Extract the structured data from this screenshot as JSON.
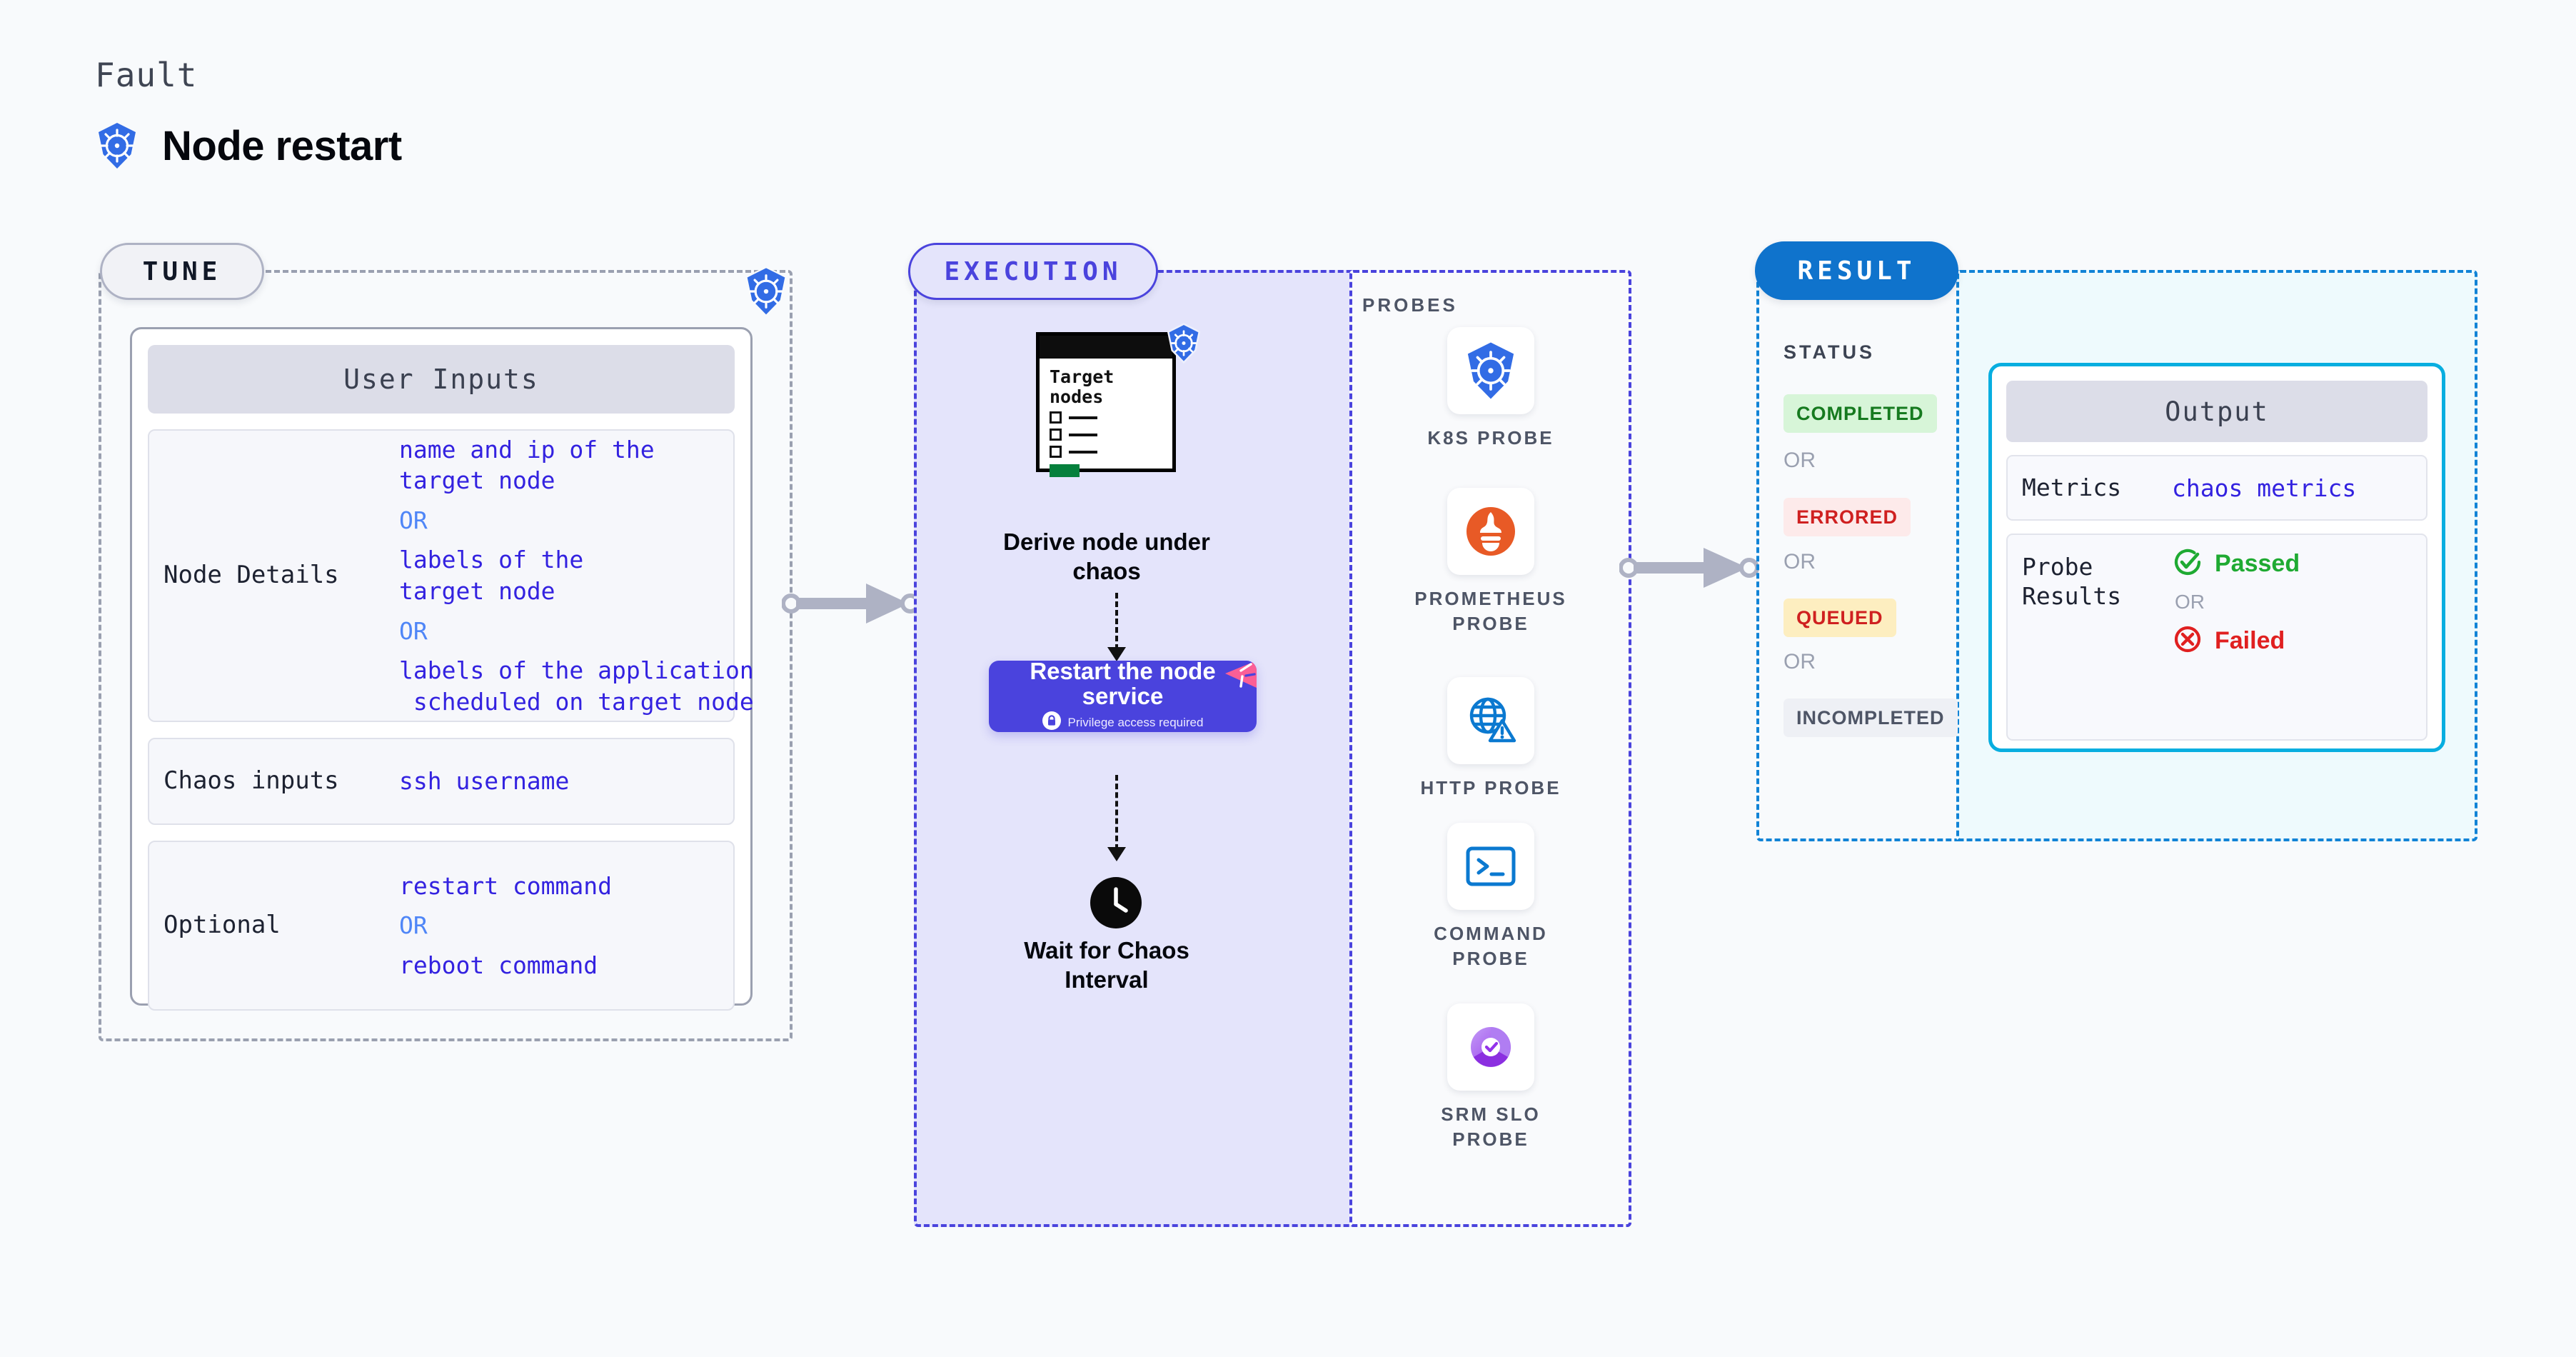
{
  "header": {
    "eyebrow": "Fault",
    "title": "Node restart",
    "icon": "kubernetes-logo"
  },
  "sections": {
    "tune": {
      "pill_label": "TUNE",
      "corner_icon": "kubernetes-logo",
      "card": {
        "heading": "User Inputs",
        "rows": [
          {
            "key": "Node Details",
            "values": [
              "name and ip of the",
              "target node"
            ],
            "or1": "OR",
            "values2": [
              "labels of the",
              "target node"
            ],
            "or2": "OR",
            "values3": [
              "labels of the application",
              " scheduled on target node"
            ]
          },
          {
            "key": "Chaos inputs",
            "value": "ssh username"
          },
          {
            "key": "Optional",
            "value1": "restart command",
            "or": "OR",
            "value2": "reboot command"
          }
        ]
      }
    },
    "execution": {
      "pill_label": "EXECUTION",
      "doc": {
        "title_line1": "Target",
        "title_line2": "nodes",
        "corner_icon": "kubernetes-logo"
      },
      "step1_caption": "Derive node under chaos",
      "step2": {
        "title": "Restart the node service",
        "privilege_note": "Privilege access required",
        "lock_icon": "lock-icon",
        "ribbon_icon": "chaos-ribbon-icon"
      },
      "step3_caption": "Wait for Chaos Interval",
      "clock_icon": "clock-icon"
    },
    "probes": {
      "title": "PROBES",
      "items": [
        {
          "label": "K8S PROBE",
          "icon": "kubernetes-probe-icon"
        },
        {
          "label": "PROMETHEUS PROBE",
          "icon": "prometheus-probe-icon"
        },
        {
          "label": "HTTP PROBE",
          "icon": "http-probe-icon"
        },
        {
          "label": "COMMAND PROBE",
          "icon": "command-probe-icon"
        },
        {
          "label": "SRM SLO PROBE",
          "icon": "srm-slo-probe-icon"
        }
      ]
    },
    "result": {
      "pill_label": "RESULT",
      "status_title": "STATUS",
      "statuses": [
        {
          "label": "COMPLETED",
          "bg": "#d7f5d8",
          "fg": "#167a1f"
        },
        {
          "label": "ERRORED",
          "bg": "#fdeaea",
          "fg": "#cf2020"
        },
        {
          "label": "QUEUED",
          "bg": "#fdeec0",
          "fg": "#cf2020"
        },
        {
          "label": "INCOMPLETED",
          "bg": "#eef0f5",
          "fg": "#4e5566"
        }
      ],
      "separator": "OR",
      "output": {
        "heading": "Output",
        "metrics_key": "Metrics",
        "metrics_value": "chaos metrics",
        "probe_key": "Probe Results",
        "probe_pass": "Passed",
        "probe_fail": "Failed",
        "probe_or": "OR",
        "pass_icon": "check-circle-icon",
        "fail_icon": "x-circle-icon"
      }
    }
  },
  "connectors": {
    "tune_to_execution": "arrow-right",
    "execution_to_result": "arrow-right"
  },
  "colors": {
    "page_bg": "#f8fafc",
    "execution_accent": "#4a43dd",
    "result_accent": "#1183d6",
    "output_accent": "#07aee0",
    "k8s_blue": "#326ce5",
    "mono_value": "#3322e0",
    "or_blue": "#4f86f7"
  }
}
